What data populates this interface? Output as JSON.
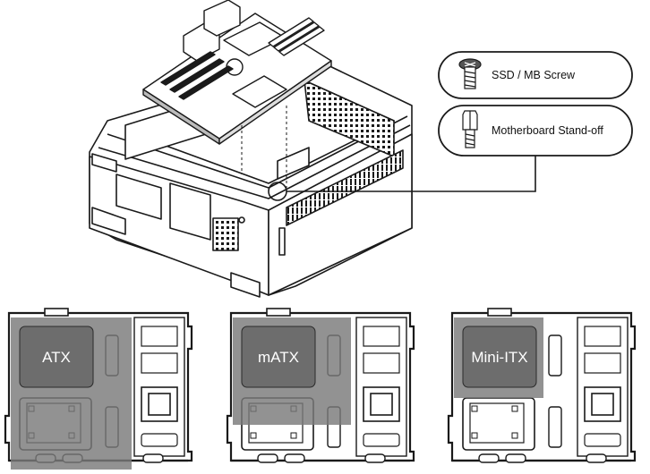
{
  "callouts": {
    "ssd_mb_screw": "SSD / MB Screw",
    "motherboard_standoff": "Motherboard Stand-off"
  },
  "panels": [
    {
      "label": "ATX"
    },
    {
      "label": "mATX"
    },
    {
      "label": "Mini-ITX"
    }
  ],
  "colors": {
    "line": "#1a1a1a",
    "board_shade": "#7a7a7a",
    "board_shade_light": "#8c8c8c",
    "panel_bg": "#ffffff"
  }
}
